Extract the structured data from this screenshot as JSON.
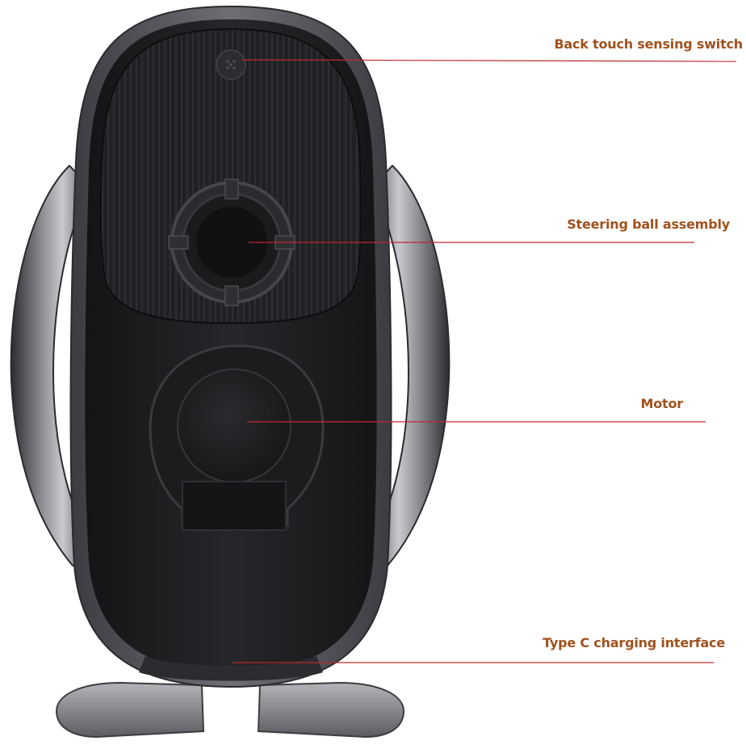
{
  "colors": {
    "label_text": "#a0521e",
    "leader_line": "#c0282c",
    "device_body": "#1d1d1f",
    "device_frame": "#5a5b60",
    "background": "#ffffff"
  },
  "callouts": [
    {
      "id": "back-touch-sensing-switch",
      "label": "Back touch sensing switch"
    },
    {
      "id": "steering-ball-assembly",
      "label": "Steering ball assembly"
    },
    {
      "id": "motor",
      "label": "Motor"
    },
    {
      "id": "type-c-charging-interface",
      "label": "Type C charging interface"
    }
  ]
}
